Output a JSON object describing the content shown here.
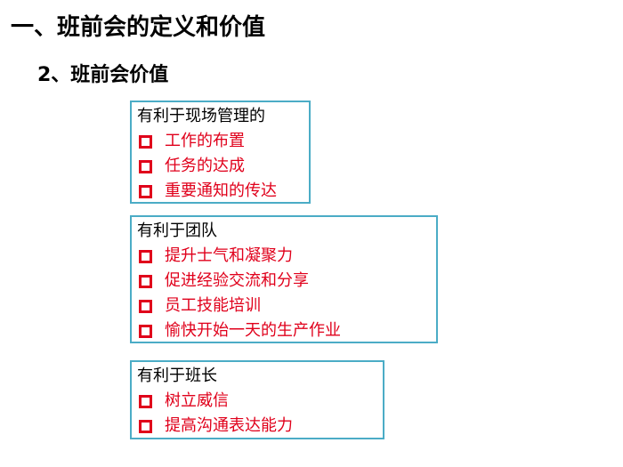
{
  "heading": "一、班前会的定义和价值",
  "subheading": "2、班前会价值",
  "colors": {
    "border": "#4bacc6",
    "item": "#e0001b"
  },
  "groups": [
    {
      "title": "有利于现场管理的",
      "items": [
        "工作的布置",
        "任务的达成",
        "重要通知的传达"
      ]
    },
    {
      "title": "有利于团队",
      "items": [
        "提升士气和凝聚力",
        "促进经验交流和分享",
        "员工技能培训",
        "愉快开始一天的生产作业"
      ]
    },
    {
      "title": "有利于班长",
      "items": [
        "树立威信",
        "提高沟通表达能力"
      ]
    }
  ]
}
